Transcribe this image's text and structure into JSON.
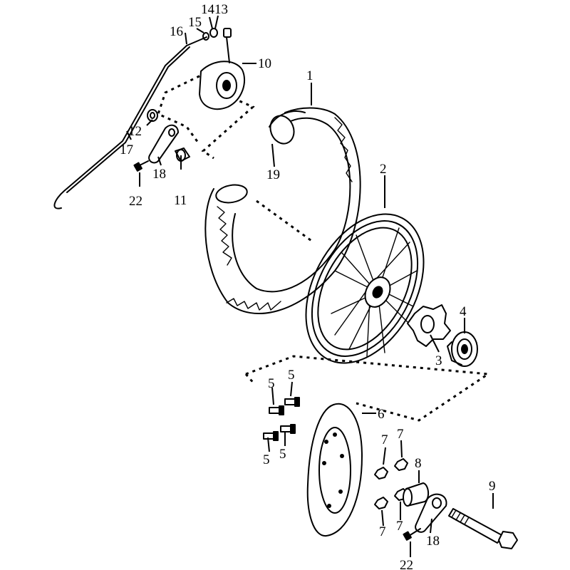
{
  "labels": {
    "p1": "1",
    "p2": "2",
    "p3": "3",
    "p4": "4",
    "p5a": "5",
    "p5b": "5",
    "p5c": "5",
    "p5d": "5",
    "p6": "6",
    "p7a": "7",
    "p7b": "7",
    "p7c": "7",
    "p7d": "7",
    "p8": "8",
    "p9": "9",
    "p10": "10",
    "p11": "11",
    "p12": "12",
    "p13": "13",
    "p14": "14",
    "p15": "15",
    "p16": "16",
    "p17": "17",
    "p18a": "18",
    "p18b": "18",
    "p19": "19",
    "p22a": "22",
    "p22b": "22"
  }
}
